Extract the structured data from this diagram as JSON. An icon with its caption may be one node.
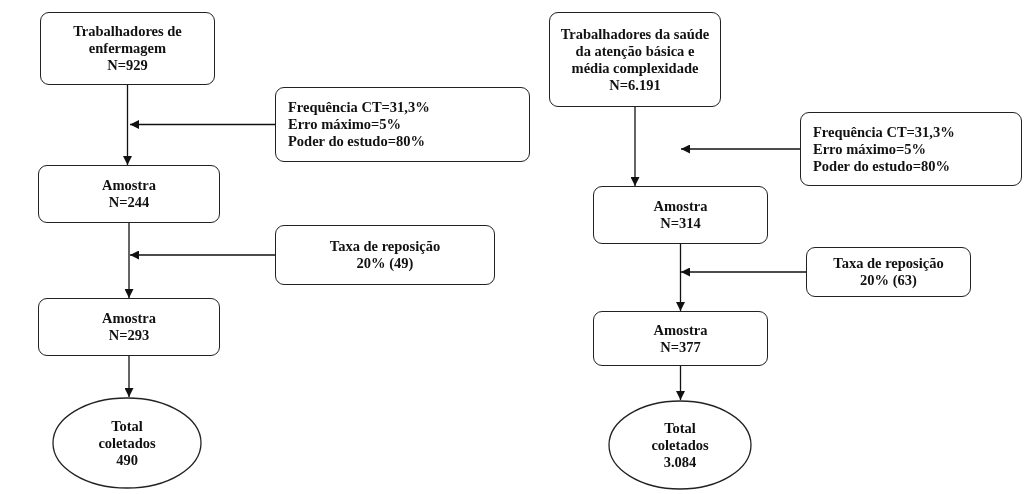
{
  "diagram": {
    "nodes": [
      {
        "text": [
          "Trabalhadores de enfermagem",
          "N=929"
        ]
      },
      {
        "text": [
          "Frequência CT=31,3%",
          "Erro máximo=5%",
          "Poder do estudo=80%"
        ]
      },
      {
        "text": [
          "Amostra",
          "N=244"
        ]
      },
      {
        "text": [
          "Taxa de reposição",
          "20% (49)"
        ]
      },
      {
        "text": [
          "Amostra",
          "N=293"
        ]
      },
      {
        "text": [
          "Total",
          "coletados",
          "490"
        ]
      },
      {
        "text": [
          "Trabalhadores da saúde da atenção básica e média complexidade",
          "N=6.191"
        ]
      },
      {
        "text": [
          "Frequência CT=31,3%",
          "Erro máximo=5%",
          "Poder do estudo=80%"
        ]
      },
      {
        "text": [
          "Amostra",
          "N=314"
        ]
      },
      {
        "text": [
          "Taxa de reposição",
          "20% (63)"
        ]
      },
      {
        "text": [
          "Amostra",
          "N=377"
        ]
      },
      {
        "text": [
          "Total",
          "coletados",
          "3.084"
        ]
      }
    ],
    "edges": [
      {
        "from": 0,
        "to": 2,
        "arrow": "to"
      },
      {
        "from": 1,
        "to": null,
        "arrow": "to"
      },
      {
        "from": 2,
        "to": 4,
        "arrow": "to"
      },
      {
        "from": 3,
        "to": null,
        "arrow": "to"
      },
      {
        "from": 4,
        "to": 5,
        "arrow": "to"
      },
      {
        "from": 6,
        "to": 8,
        "arrow": "to"
      },
      {
        "from": 7,
        "to": null,
        "arrow": "to"
      },
      {
        "from": 8,
        "to": 10,
        "arrow": "to"
      },
      {
        "from": 9,
        "to": null,
        "arrow": "to"
      },
      {
        "from": 10,
        "to": 11,
        "arrow": "to"
      }
    ]
  }
}
